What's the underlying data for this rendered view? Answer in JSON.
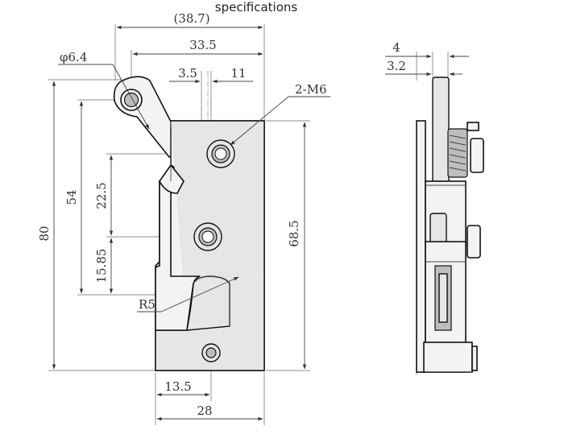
{
  "title": "specifications",
  "front_view": {
    "dims": {
      "overall_width_ref": "(38.7)",
      "hook_width": "33.5",
      "hole_diameter": "φ6.4",
      "hole_offset": "3.5",
      "hole_edge": "11",
      "thread_callout": "2-M6",
      "total_height": "80",
      "hook_to_slot": "54",
      "hole_spacing": "22.5",
      "hole_to_slot": "15.85",
      "body_height": "68.5",
      "slot_radius": "R5",
      "slot_offset": "13.5",
      "body_width": "28"
    }
  },
  "side_view": {
    "dims": {
      "outer_thickness": "4",
      "inner_thickness": "3.2"
    }
  }
}
